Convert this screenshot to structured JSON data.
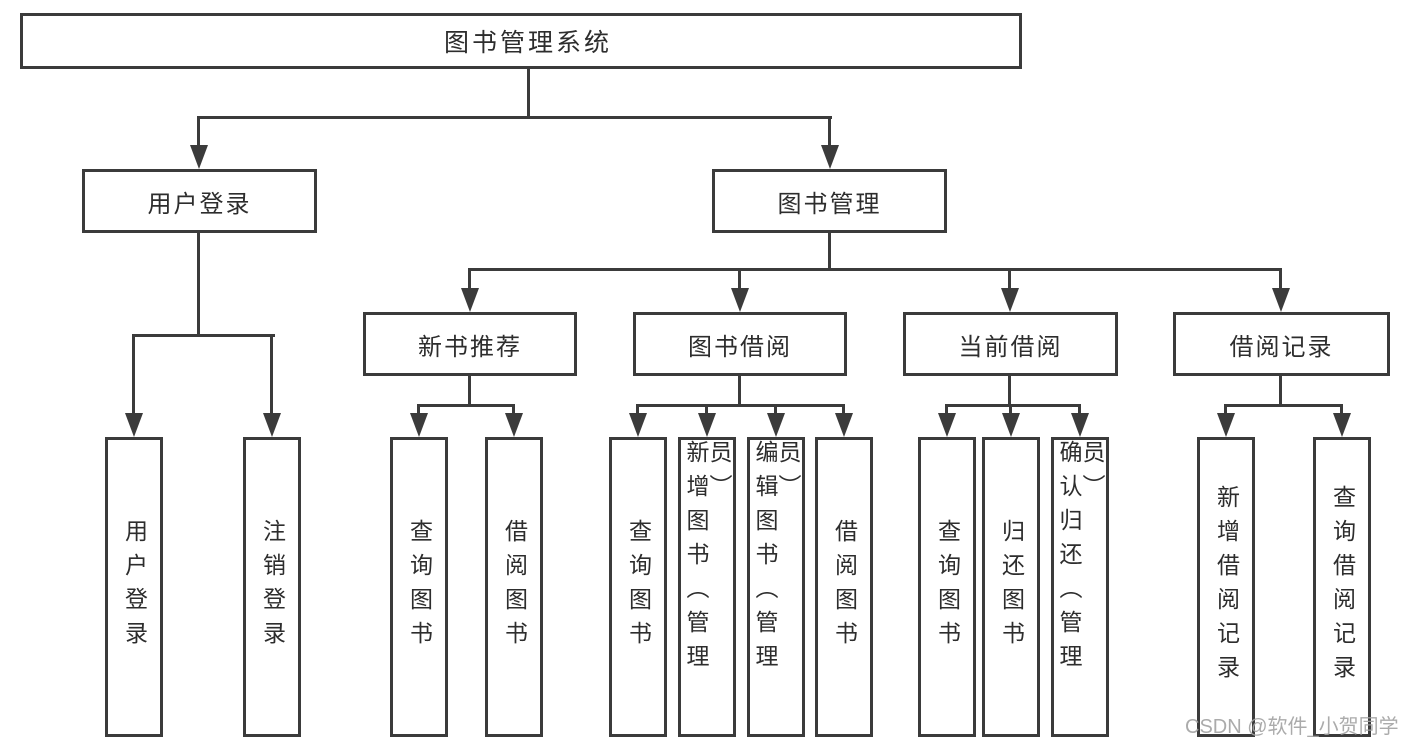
{
  "diagram": {
    "root_label": "图书管理系统",
    "level2": [
      {
        "label": "用户登录"
      },
      {
        "label": "图书管理"
      }
    ],
    "level3": [
      {
        "label": "新书推荐"
      },
      {
        "label": "图书借阅"
      },
      {
        "label": "当前借阅"
      },
      {
        "label": "借阅记录"
      }
    ],
    "leaves": {
      "user_login": [
        "用户登录",
        "注销登录"
      ],
      "new_book": [
        "查询图书",
        "借阅图书"
      ],
      "book_borrow": [
        "查询图书",
        "新增图书（管理员）",
        "编辑图书（管理员）",
        "借阅图书"
      ],
      "current_borrow": [
        "查询图书",
        "归还图书",
        "确认归还（管理员）"
      ],
      "borrow_records": [
        "新增借阅记录",
        "查询借阅记录"
      ]
    },
    "watermark": "CSDN @软件_小贺同学",
    "colors": {
      "line": "#3b3b3b",
      "text": "#2d2d2d",
      "watermark": "#a3a3a3",
      "background": "#ffffff"
    }
  }
}
